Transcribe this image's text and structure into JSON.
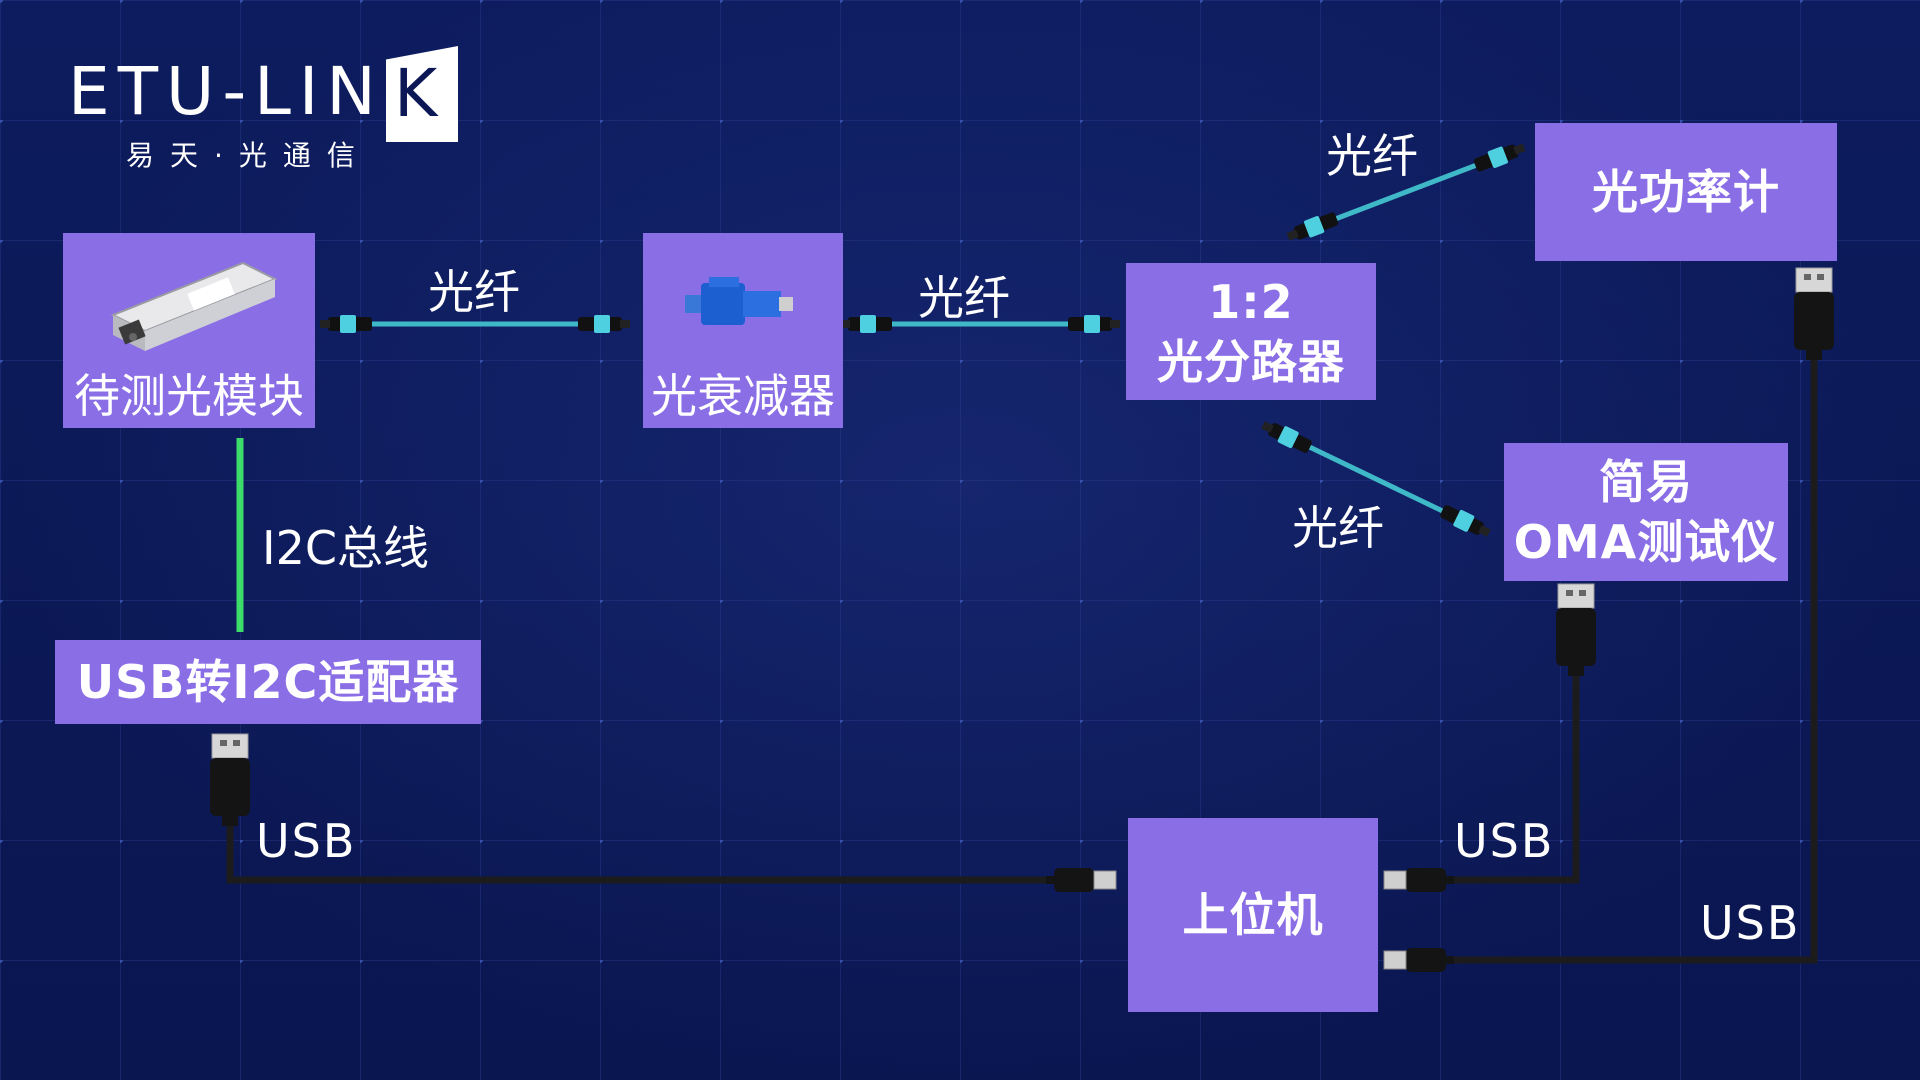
{
  "logo": {
    "brand_prefix": "ETU-LIN",
    "brand_suffix": "K",
    "subtitle": "易天·光通信"
  },
  "nodes": {
    "module": "待测光模块",
    "attenuator": "光衰减器",
    "splitter_ratio": "1:2",
    "splitter": "光分路器",
    "power_meter": "光功率计",
    "oma_line1": "简易",
    "oma_line2": "OMA测试仪",
    "adapter": "USB转I2C适配器",
    "host": "上位机"
  },
  "links": {
    "fiber_1": "光纤",
    "fiber_2": "光纤",
    "fiber_3": "光纤",
    "fiber_4": "光纤",
    "i2c_bus": "I2C总线",
    "usb_1": "USB",
    "usb_2": "USB",
    "usb_3": "USB"
  },
  "colors": {
    "background": "#0b1855",
    "box": "#8a6ee6",
    "fiber": "#3fb8c8",
    "i2c_line": "#3ddc6a",
    "cable": "#1c1c1c"
  }
}
